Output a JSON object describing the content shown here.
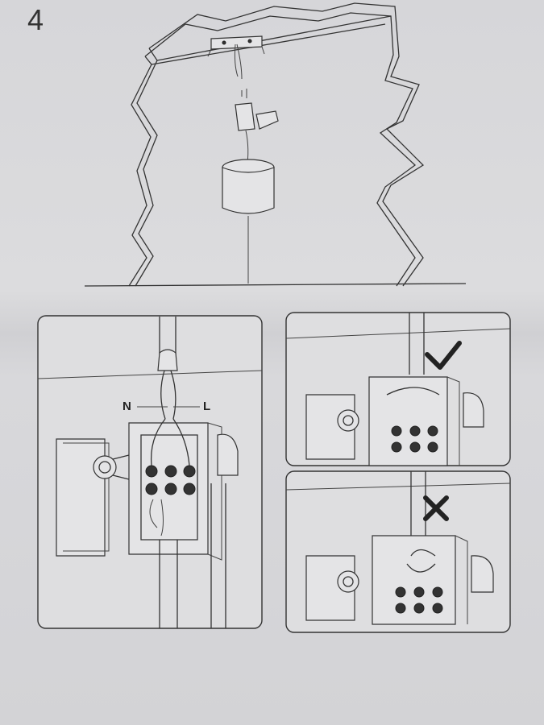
{
  "step": {
    "number": "4"
  },
  "wiring": {
    "neutral_label": "N",
    "live_label": "L"
  },
  "icons": {
    "correct": "checkmark-icon",
    "incorrect": "cross-icon"
  }
}
